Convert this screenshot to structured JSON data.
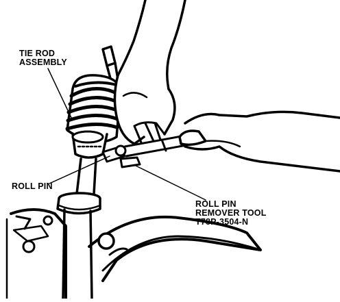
{
  "labels": {
    "tie_rod": [
      "TIE ROD",
      "ASSEMBLY"
    ],
    "roll_pin": "ROLL PIN",
    "tool": [
      "ROLL PIN",
      "REMOVER TOOL",
      "T78P-3504-N"
    ]
  },
  "colors": {
    "ink": "#000000",
    "paper": "#ffffff"
  }
}
